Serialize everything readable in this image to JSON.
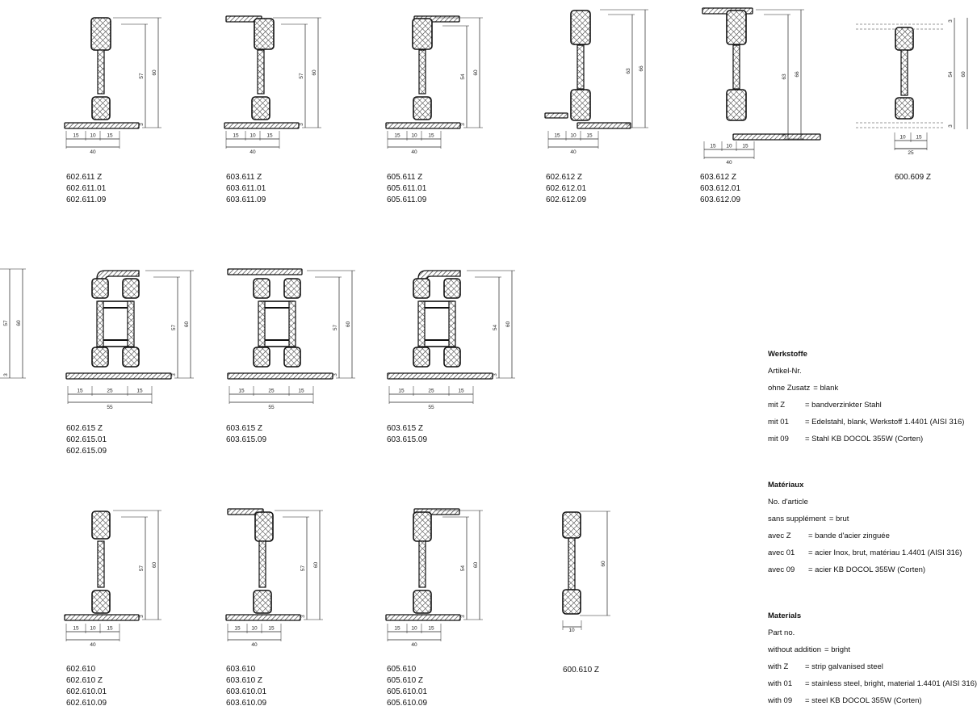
{
  "profiles": [
    {
      "id": "p1",
      "codes": [
        "602.611 Z",
        "602.611.01",
        "602.611.09"
      ],
      "dims": {
        "h1": "57",
        "h2": "60",
        "t": "3",
        "w1": "15",
        "w2": "10",
        "w3": "15",
        "total": "40"
      }
    },
    {
      "id": "p2",
      "codes": [
        "603.611 Z",
        "603.611.01",
        "603.611.09"
      ],
      "dims": {
        "h1": "57",
        "h2": "60",
        "t": "3",
        "w1": "15",
        "w2": "10",
        "w3": "15",
        "total": "40"
      }
    },
    {
      "id": "p3",
      "codes": [
        "605.611 Z",
        "605.611.01",
        "605.611.09"
      ],
      "dims": {
        "h1": "54",
        "h2": "60",
        "t": "3",
        "w1": "15",
        "w2": "10",
        "w3": "15",
        "total": "40"
      }
    },
    {
      "id": "p4",
      "codes": [
        "602.612 Z",
        "602.612.01",
        "602.612.09"
      ],
      "dims": {
        "h1": "63",
        "h2": "66",
        "t": "3",
        "w1": "15",
        "w2": "10",
        "w3": "15",
        "total": "40"
      }
    },
    {
      "id": "p5",
      "codes": [
        "603.612 Z",
        "603.612.01",
        "603.612.09"
      ],
      "dims": {
        "h1": "63",
        "h2": "66",
        "t": "3",
        "w1": "15",
        "w2": "10",
        "w3": "15",
        "total": "40"
      }
    },
    {
      "id": "p6",
      "codes": [
        "600.609 Z"
      ],
      "dims": {
        "h1": "54",
        "h2": "60",
        "t": "3",
        "w1": "10",
        "w2": "15",
        "total": "25"
      }
    },
    {
      "id": "p7",
      "codes": [
        "602.615 Z",
        "602.615.01",
        "602.615.09"
      ],
      "dims": {
        "h1": "57",
        "h2": "60",
        "t": "3",
        "w1": "15",
        "w2": "25",
        "w3": "15",
        "total": "55"
      }
    },
    {
      "id": "p8",
      "codes": [
        "603.615 Z",
        "603.615.09"
      ],
      "dims": {
        "h1": "57",
        "h2": "60",
        "t": "3",
        "w1": "15",
        "w2": "25",
        "w3": "15",
        "total": "55"
      }
    },
    {
      "id": "p9",
      "codes": [
        "603.615 Z",
        "603.615.09"
      ],
      "dims": {
        "h1": "54",
        "h2": "60",
        "t": "3",
        "w1": "15",
        "w2": "25",
        "w3": "15",
        "total": "55"
      }
    },
    {
      "id": "p10",
      "codes": [
        "602.610",
        "602.610 Z",
        "602.610.01",
        "602.610.09"
      ],
      "dims": {
        "h1": "57",
        "h2": "60",
        "t": "3",
        "w1": "15",
        "w2": "10",
        "w3": "15",
        "total": "40"
      }
    },
    {
      "id": "p11",
      "codes": [
        "603.610",
        "603.610 Z",
        "603.610.01",
        "603.610.09"
      ],
      "dims": {
        "h1": "57",
        "h2": "60",
        "t": "3",
        "w1": "15",
        "w2": "10",
        "w3": "15",
        "total": "40"
      }
    },
    {
      "id": "p12",
      "codes": [
        "605.610",
        "605.610 Z",
        "605.610.01",
        "605.610.09"
      ],
      "dims": {
        "h1": "54",
        "h2": "60",
        "t": "3",
        "w1": "15",
        "w2": "10",
        "w3": "15",
        "total": "40"
      }
    },
    {
      "id": "p13",
      "codes": [
        "600.610 Z"
      ],
      "dims": {
        "h2": "60",
        "w1": "10"
      }
    }
  ],
  "partial_profile": {
    "dims": {
      "h1": "57",
      "h2": "60",
      "t": "3"
    }
  },
  "legend": [
    {
      "heading": "Werkstoffe",
      "lines": [
        {
          "key": "Artikel-Nr.",
          "value": ""
        },
        {
          "key": "ohne Zusatz",
          "value": "= blank"
        },
        {
          "key": "mit Z",
          "value": "= bandverzinkter Stahl"
        },
        {
          "key": "mit 01",
          "value": "= Edelstahl, blank, Werkstoff 1.4401 (AISI 316)"
        },
        {
          "key": "mit 09",
          "value": "= Stahl KB DOCOL 355W (Corten)"
        }
      ]
    },
    {
      "heading": "Matériaux",
      "lines": [
        {
          "key": "No. d'article",
          "value": ""
        },
        {
          "key": "sans supplément",
          "value": "= brut"
        },
        {
          "key": "avec Z",
          "value": "= bande d'acier zinguée"
        },
        {
          "key": "avec 01",
          "value": "= acier Inox, brut, matériau 1.4401 (AISI 316)"
        },
        {
          "key": "avec 09",
          "value": "= acier KB DOCOL 355W (Corten)"
        }
      ]
    },
    {
      "heading": "Materials",
      "lines": [
        {
          "key": "Part no.",
          "value": ""
        },
        {
          "key": "without addition",
          "value": "= bright"
        },
        {
          "key": "with Z",
          "value": "= strip galvanised steel"
        },
        {
          "key": "with 01",
          "value": "= stainless steel, bright, material 1.4401 (AISI 316)"
        },
        {
          "key": "with 09",
          "value": "= steel KB DOCOL 355W (Corten)"
        }
      ]
    }
  ]
}
